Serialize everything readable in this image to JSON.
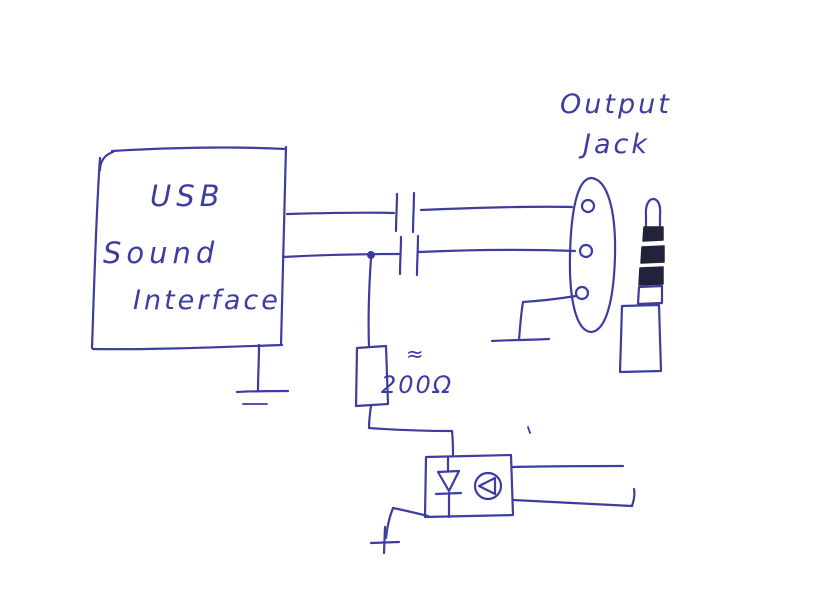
{
  "page": {
    "background_color": "#ffffff",
    "ink_color": "#3d3da0",
    "plug_band_color": "#22223a"
  },
  "schematic": {
    "interface_box": {
      "line1": "USB",
      "line2": "Sound",
      "line3": "Interface"
    },
    "output_jack": {
      "label_line1": "Output",
      "label_line2": "Jack"
    },
    "resistor": {
      "approx_symbol": "≈",
      "value": "200Ω"
    }
  }
}
